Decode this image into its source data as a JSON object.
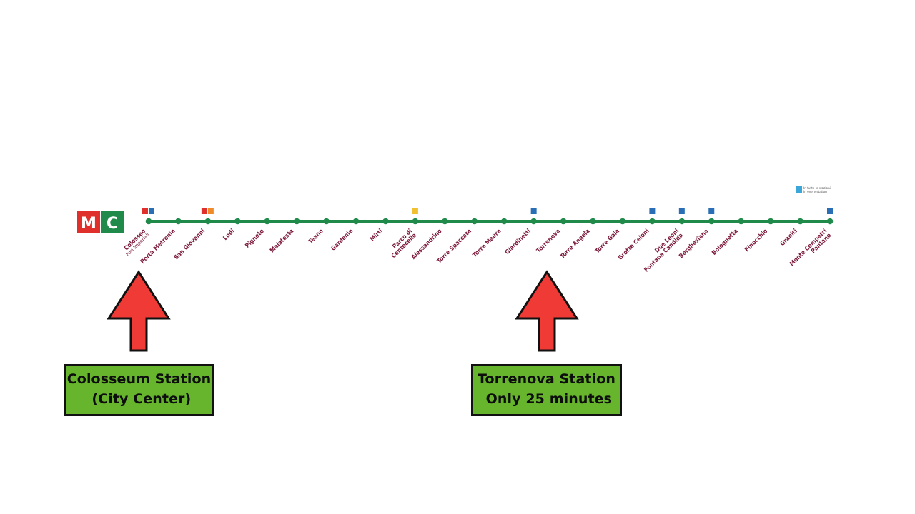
{
  "line": {
    "logo_metro": "M",
    "logo_line": "C",
    "color": "#1f8a4a"
  },
  "legend": {
    "line1": "In tutte le stazioni",
    "line2": "In every station"
  },
  "stations": [
    {
      "name": "Colosseo",
      "sub": "Fori Imperiali",
      "interchange": "MB"
    },
    {
      "name": "Porta Metronia"
    },
    {
      "name": "San Giovanni",
      "interchange": "MA"
    },
    {
      "name": "Lodi"
    },
    {
      "name": "Pigneto"
    },
    {
      "name": "Malatesta"
    },
    {
      "name": "Teano"
    },
    {
      "name": "Gardenie"
    },
    {
      "name": "Mirti"
    },
    {
      "name": "Parco di",
      "name2": "Centocelle",
      "interchange": "bus"
    },
    {
      "name": "Alessandrino"
    },
    {
      "name": "Torre Spaccata"
    },
    {
      "name": "Torre Maura"
    },
    {
      "name": "Giardinetti",
      "interchange": "P"
    },
    {
      "name": "Torrenova"
    },
    {
      "name": "Torre Angela"
    },
    {
      "name": "Torre Gaia"
    },
    {
      "name": "Grotte Celoni",
      "interchange": "P"
    },
    {
      "name": "Due Leoni",
      "name2": "Fontana Candida",
      "interchange": "P"
    },
    {
      "name": "Borghesiana",
      "interchange": "P"
    },
    {
      "name": "Bolognetta"
    },
    {
      "name": "Finocchio"
    },
    {
      "name": "Graniti"
    },
    {
      "name": "Monte Compatri",
      "name2": "Pantano",
      "interchange": "P"
    }
  ],
  "callouts": {
    "colosseum": {
      "line1": "Colosseum Station",
      "line2": " (City Center)"
    },
    "torrenova": {
      "line1": "Torrenova Station",
      "line2": " Only 25 minutes"
    }
  },
  "colors": {
    "arrow": "#f03a35",
    "callout_bg": "#66b52c",
    "label": "#7d1b3c",
    "logo_red": "#e0302b",
    "logo_green": "#1f8a4a",
    "icon_blue": "#2a6fb5",
    "icon_yellow": "#f0c030"
  }
}
